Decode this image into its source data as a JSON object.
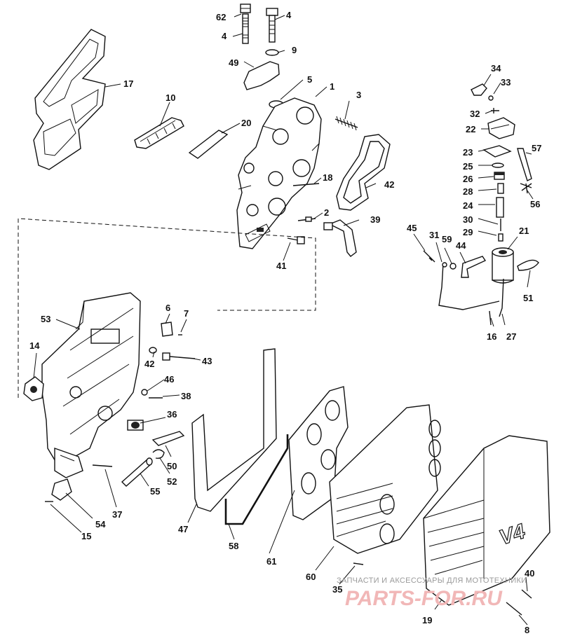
{
  "diagram": {
    "labels": {
      "l62": "62",
      "l4a": "4",
      "l4b": "4",
      "l9": "9",
      "l49": "49",
      "l5": "5",
      "l1": "1",
      "l3": "3",
      "l17": "17",
      "l10": "10",
      "l20": "20",
      "l18": "18",
      "l42a": "42",
      "l2": "2",
      "l39": "39",
      "l41": "41",
      "l34": "34",
      "l33": "33",
      "l32": "32",
      "l22": "22",
      "l23": "23",
      "l25": "25",
      "l26": "26",
      "l28": "28",
      "l24": "24",
      "l30": "30",
      "l29": "29",
      "l57": "57",
      "l56": "56",
      "l45": "45",
      "l31": "31",
      "l59": "59",
      "l44": "44",
      "l21": "21",
      "l51": "51",
      "l16": "16",
      "l27": "27",
      "l53": "53",
      "l6": "6",
      "l7": "7",
      "l14": "14",
      "l42b": "42",
      "l43": "43",
      "l46": "46",
      "l38": "38",
      "l36": "36",
      "l50": "50",
      "l52": "52",
      "l55": "55",
      "l37": "37",
      "l54": "54",
      "l15": "15",
      "l47": "47",
      "l58": "58",
      "l61": "61",
      "l60": "60",
      "l35": "35",
      "l19": "19",
      "l40": "40",
      "l8": "8"
    },
    "cover_marking": "V4"
  },
  "watermark": {
    "tagline": "ЗАПЧАСТИ И АКСЕССУАРЫ ДЛЯ МОТОТЕХНИКИ",
    "brand": "PARTS-FOR.RU"
  }
}
